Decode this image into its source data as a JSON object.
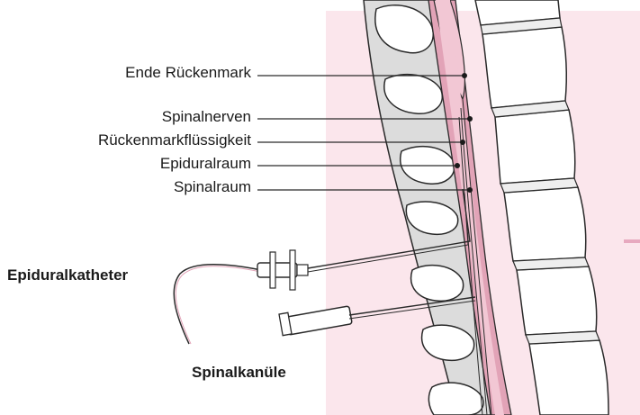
{
  "labels": {
    "ende_rueckenmark": "Ende Rückenmark",
    "spinalnerven": "Spinalnerven",
    "rueckenmarkfluessigkeit": "Rückenmarkflüssigkeit",
    "epiduralraum": "Epiduralraum",
    "spinalraum": "Spinalraum",
    "epiduralkatheter": "Epiduralkatheter",
    "spinalkanuele": "Spinalkanüle"
  },
  "colors": {
    "panel_background": "#fbe6ec",
    "bone_fill": "#ffffff",
    "disc_fill": "#eeeeee",
    "canal_gray": "#dcdcdc",
    "dura_pink": "#e2a3b7",
    "cord_pink": "#f2c7d4",
    "outline": "#2a2a2a",
    "accent": "#e7a9bf"
  }
}
